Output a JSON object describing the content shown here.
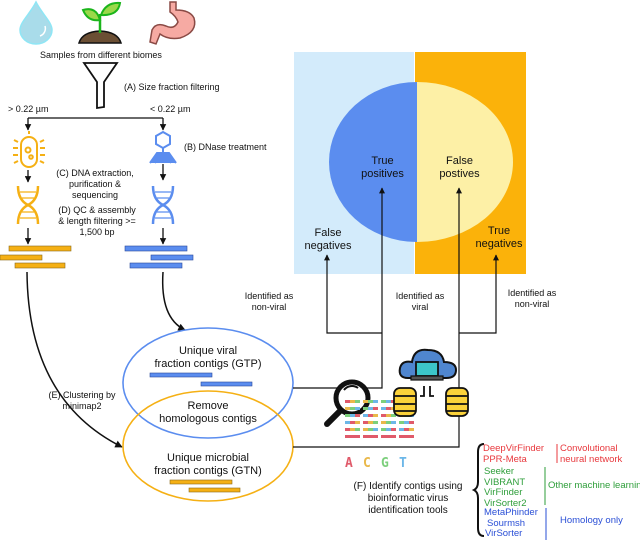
{
  "top": {
    "biome_icons": [
      "water-drop-icon",
      "plant-soil-icon",
      "stomach-icon"
    ],
    "samples_label": "Samples from different biomes",
    "step_a": "(A) Size fraction filtering",
    "gt_label": "> 0.22 µm",
    "lt_label": "< 0.22 µm"
  },
  "steps": {
    "b": "(B) DNase treatment",
    "c": [
      "(C) DNA extraction,",
      "purification &",
      "sequencing"
    ],
    "d": [
      "(D) QC & assembly",
      "& length filtering >=",
      "1,500 bp"
    ],
    "e": [
      "(E) Clustering by",
      "minimap2"
    ],
    "f": [
      "(F) Identify contigs using",
      "bioinformatic virus",
      "identification tools"
    ]
  },
  "venn": {
    "viral": [
      "Unique viral",
      "fraction contigs (GTP)"
    ],
    "overlap": [
      "Remove",
      "homologous contigs"
    ],
    "microbial": [
      "Unique microbial",
      "fraction contigs (GTN)"
    ]
  },
  "confusion": {
    "true_positives": [
      "True",
      "positives"
    ],
    "false_positives": [
      "False",
      "postives"
    ],
    "false_negatives": [
      "False",
      "negatives"
    ],
    "true_negatives": [
      "True",
      "negatives"
    ],
    "id_nonviral_left": [
      "Identified as",
      "non-viral"
    ],
    "id_viral": [
      "Identified as",
      "viral"
    ],
    "id_nonviral_right": [
      "Identified as",
      "non-viral"
    ]
  },
  "acgt": [
    "A",
    "C",
    "G",
    "T"
  ],
  "tools": {
    "groups": [
      {
        "category": [
          "Convolutional",
          "neural network"
        ],
        "color": "#e8383d",
        "items": [
          "DeepVirFinder",
          "PPR-Meta"
        ]
      },
      {
        "category": [
          "Other machine learning"
        ],
        "color": "#2e9e3a",
        "items": [
          "Seeker",
          "VIBRANT",
          "VirFinder",
          "VirSorter2"
        ]
      },
      {
        "category": [
          "Homology only"
        ],
        "color": "#2a4fd6",
        "items": [
          "MetaPhinder",
          "Sourmsh",
          "VirSorter"
        ]
      }
    ]
  },
  "colors": {
    "viral_blue": "#5b8def",
    "microbial_orange": "#f5b014",
    "light_blue_bg": "#d3ebfb",
    "orange_bg": "#fbb20a",
    "pale_yellow": "#fdf0a6"
  }
}
